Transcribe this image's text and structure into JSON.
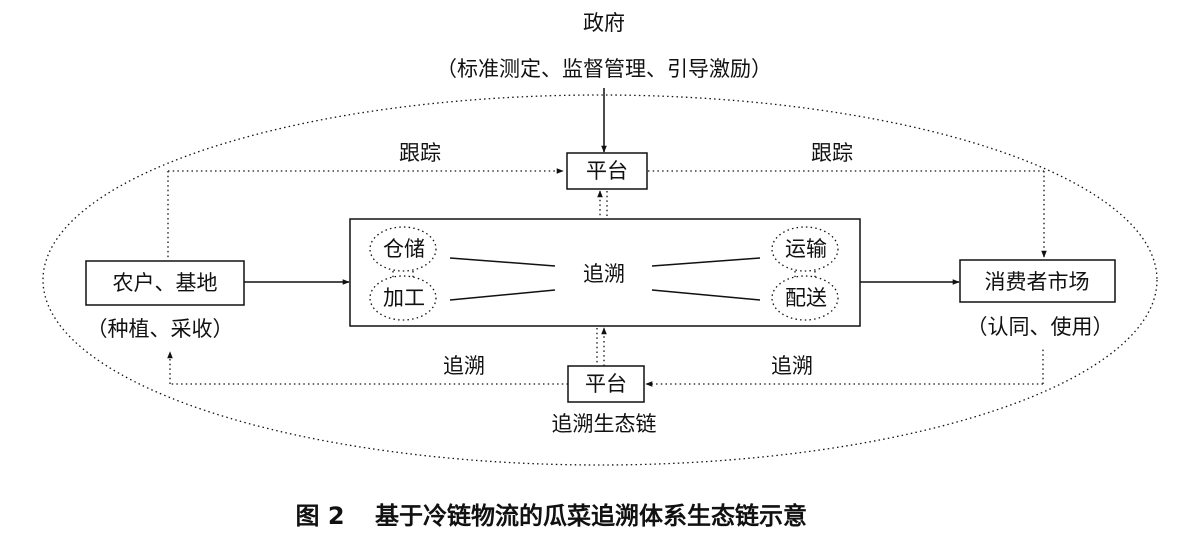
{
  "figure": {
    "government": "政府",
    "government_roles": "（标准测定、监督管理、引导激励）",
    "track_left": "跟踪",
    "track_right": "跟踪",
    "platform_top": "平台",
    "platform_bottom": "平台",
    "farm": "农户、基地",
    "farm_sub": "（种植、采收）",
    "center": "追溯",
    "storage": "仓储",
    "processing": "加工",
    "transport": "运输",
    "delivery": "配送",
    "market": "消费者市场",
    "market_sub": "（认同、使用）",
    "trace_left": "追溯",
    "trace_right": "追溯",
    "ecosystem": "追溯生态链"
  },
  "caption": {
    "number": "图 2",
    "title": "基于冷链物流的瓜菜追溯体系生态链示意"
  }
}
